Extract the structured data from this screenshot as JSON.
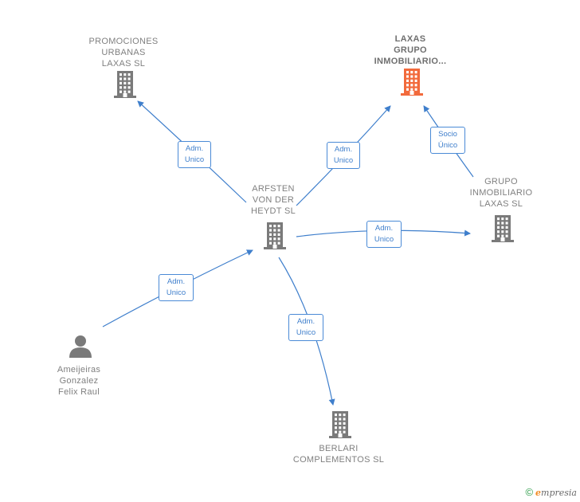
{
  "nodes": [
    {
      "id": "promociones",
      "label": "PROMOCIONES\nURBANAS\nLAXAS  SL",
      "kind": "company",
      "highlight": false
    },
    {
      "id": "laxas",
      "label": "LAXAS\nGRUPO\nINMOBILIARIO...",
      "kind": "company",
      "highlight": true
    },
    {
      "id": "grupo",
      "label": "GRUPO\nINMOBILIARIO\nLAXAS SL",
      "kind": "company",
      "highlight": false
    },
    {
      "id": "arfsten",
      "label": "ARFSTEN\nVON DER\nHEYDT  SL",
      "kind": "company",
      "highlight": false
    },
    {
      "id": "ameijeiras",
      "label": "Ameijeiras\nGonzalez\nFelix Raul",
      "kind": "person",
      "highlight": false
    },
    {
      "id": "berlari",
      "label": "BERLARI\nCOMPLEMENTOS SL",
      "kind": "company",
      "highlight": false
    }
  ],
  "edges": [
    {
      "from": "arfsten",
      "to": "promociones",
      "label": "Adm.\nUnico"
    },
    {
      "from": "arfsten",
      "to": "laxas",
      "label": "Adm.\nUnico"
    },
    {
      "from": "grupo",
      "to": "laxas",
      "label": "Socio\nÚnico"
    },
    {
      "from": "arfsten",
      "to": "grupo",
      "label": "Adm.\nUnico"
    },
    {
      "from": "ameijeiras",
      "to": "arfsten",
      "label": "Adm.\nUnico"
    },
    {
      "from": "arfsten",
      "to": "berlari",
      "label": "Adm.\nUnico"
    }
  ],
  "colors": {
    "edge": "#3f7fcc",
    "node": "#7a7a7a",
    "highlight": "#f26a3c"
  },
  "footer": {
    "copyright": "©",
    "brand_first": "e",
    "brand_rest": "mpresia"
  }
}
